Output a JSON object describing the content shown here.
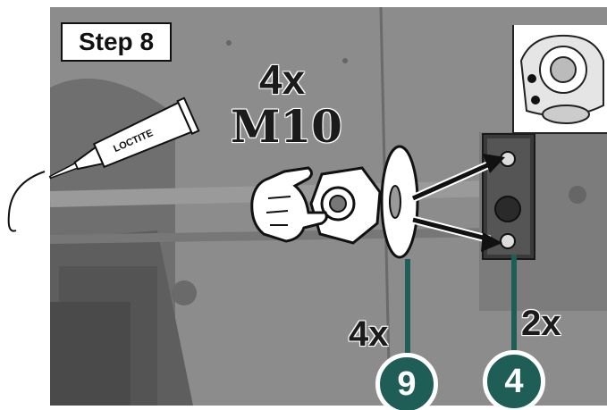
{
  "step": {
    "label": "Step 8"
  },
  "fastener": {
    "count": "4x",
    "size": "M10"
  },
  "tube": {
    "label": "LOCTITE"
  },
  "callouts": {
    "left": {
      "quantity": "4x",
      "ref": "9"
    },
    "right": {
      "quantity": "2x",
      "ref": "4"
    }
  },
  "colors": {
    "callout_fill": "#1e5e56",
    "leader_line": "#1e5e56",
    "background_metal": "#8a8a8a"
  },
  "icons": [
    "loctite-tube-icon",
    "pointing-hand-icon",
    "nut-icon",
    "washer-icon",
    "direction-arrow-icon",
    "mower-thumbnail"
  ]
}
